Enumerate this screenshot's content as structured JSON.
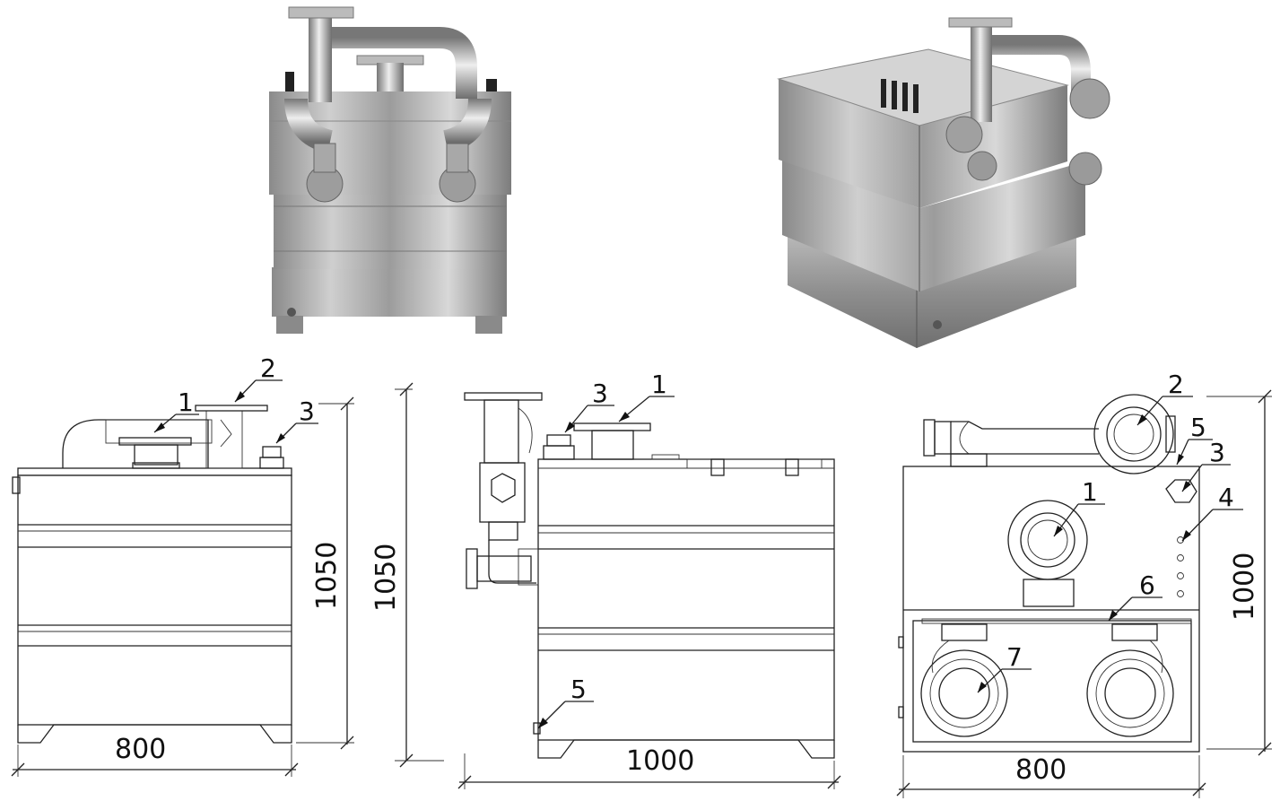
{
  "views": {
    "front": {
      "width_dim": "800",
      "height_dim": "1050",
      "callouts": [
        "1",
        "2",
        "3"
      ]
    },
    "side": {
      "width_dim": "1000",
      "height_dim": "1050",
      "callouts": [
        "3",
        "1",
        "5"
      ]
    },
    "top": {
      "width_dim": "800",
      "depth_dim": "1000",
      "callouts": [
        "2",
        "5",
        "3",
        "1",
        "4",
        "6",
        "7"
      ]
    }
  }
}
